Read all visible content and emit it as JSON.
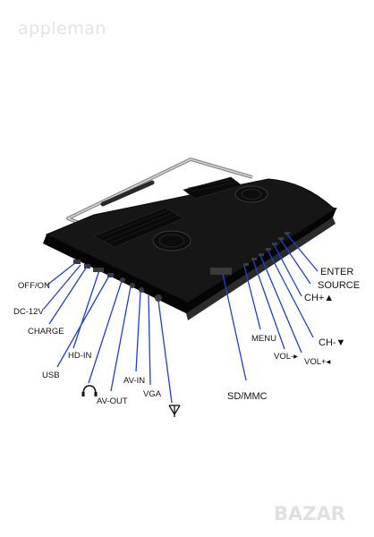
{
  "watermarks": {
    "top": "appleman",
    "bottom": "BAZAR"
  },
  "colors": {
    "leader": "#1e3fd8",
    "device": "#161616",
    "label": "#111111"
  },
  "labels": {
    "off_on": "OFF/ON",
    "dc_12v": "DC-12V",
    "charge": "CHARGE",
    "hd_in": "HD-IN",
    "usb": "USB",
    "av_out": "AV-OUT",
    "av_in": "AV-IN",
    "vga": "VGA",
    "sd_mmc": "SD/MMC",
    "menu": "MENU",
    "vol_minus": "VOL-▸",
    "vol_plus": "VOL+◂",
    "ch_minus": "CH-▼",
    "ch_plus": "CH+▲",
    "source": "SOURCE",
    "enter": "ENTER"
  },
  "icons": {
    "headphone": "headphone-icon",
    "antenna": "antenna-icon"
  }
}
